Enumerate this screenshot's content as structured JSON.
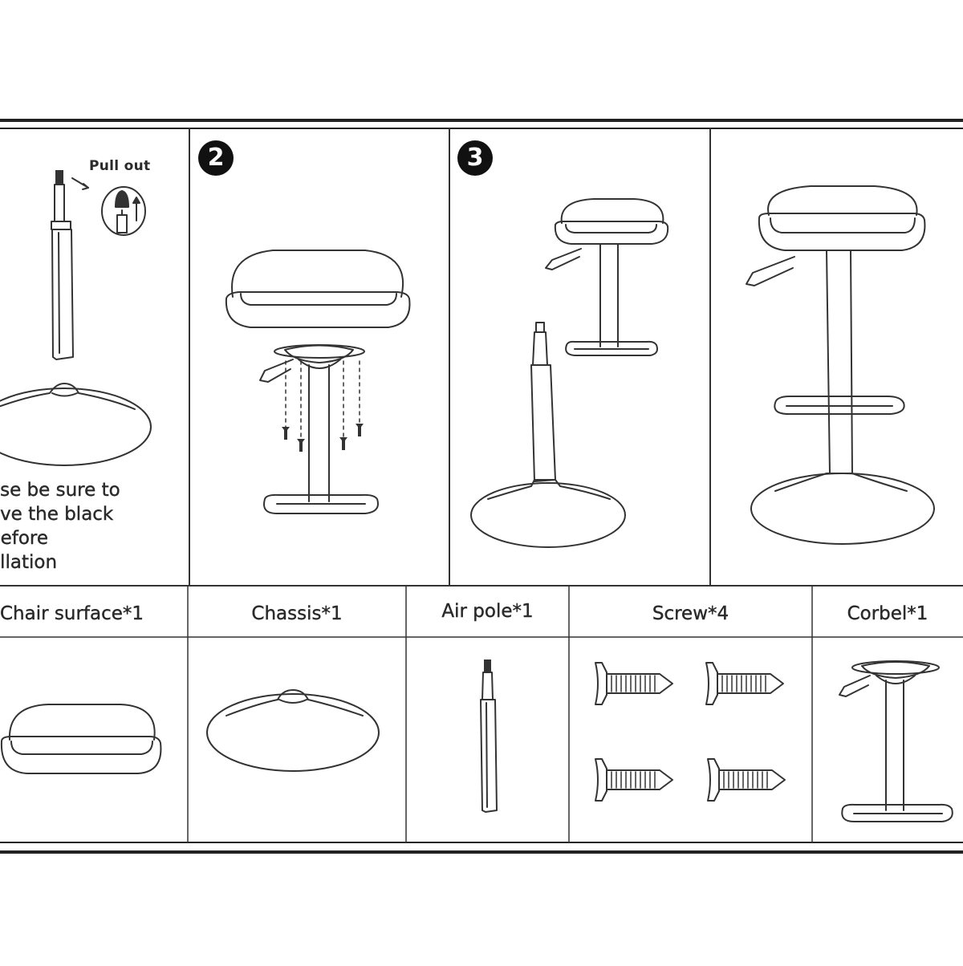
{
  "steps": [
    {
      "number": "2"
    },
    {
      "number": "3"
    }
  ],
  "step1": {
    "callout": "Pull out",
    "note_lines": [
      "ase be sure to",
      "ove the black",
      "before",
      "allation"
    ]
  },
  "parts": [
    {
      "label": "Chair surface*1"
    },
    {
      "label": "Chassis*1"
    },
    {
      "label": "Air pole*1"
    },
    {
      "label": "Screw*4"
    },
    {
      "label": "Corbel*1"
    }
  ],
  "colors": {
    "line": "#333333",
    "frame": "#222222",
    "badge": "#111111",
    "background": "#ffffff"
  }
}
